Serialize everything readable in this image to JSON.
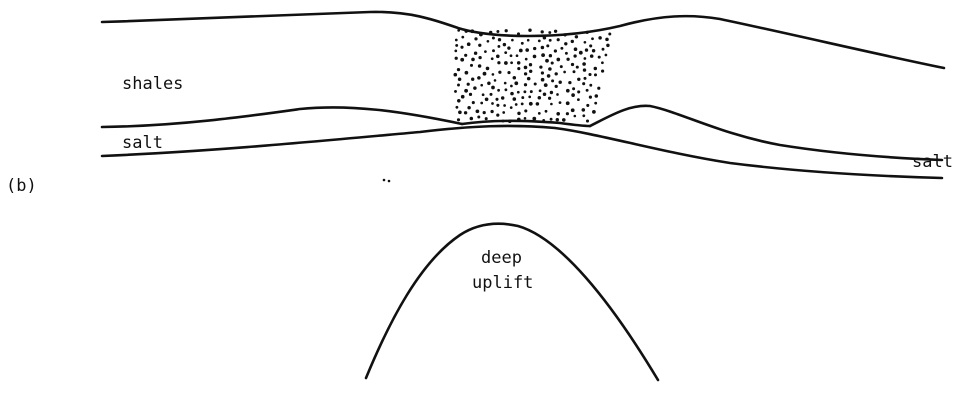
{
  "figure": {
    "panel_label": "(b)",
    "labels": {
      "shales": "shales",
      "salt_left": "salt",
      "salt_right": "salt",
      "uplift_line1": "deep",
      "uplift_line2": "uplift"
    },
    "colors": {
      "ink": "#111111",
      "background": "#ffffff"
    }
  }
}
